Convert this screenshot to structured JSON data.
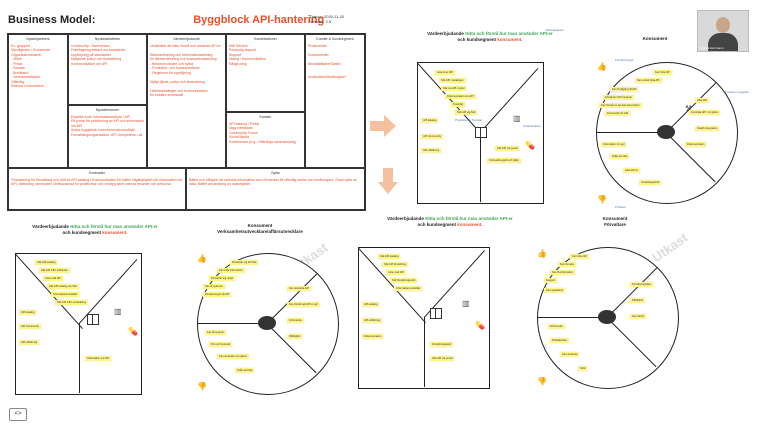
{
  "header": {
    "title_prefix": "Business Model:",
    "title_main": "Byggblock API-hantering",
    "date": "Datum: 2020-11-20",
    "version": "Version: 2.5"
  },
  "webcam": {
    "name": "Fredrik Herrmann"
  },
  "bmc": {
    "partners": {
      "h": "Nyckelpartners",
      "t": "Ex. gruppen\nMyndigheter / Kommuner\nOrganisationsnamn\n - Vilket\n - Privat\n - Sociala\n- Bredband\n - Verksamhetsstöd\nOffentlig\nExterna Leverantörer"
    },
    "activities": {
      "h": "Nyckelaktiviteter",
      "t": "Community - Samverkan\nFramtagning bekant om standarder\nUppföljning på standarder\nNyttjande policy och finansiering\nKommunikation om API"
    },
    "value": {
      "h": "Värdeerbjudande",
      "t": "Underlätta att hitta, förstå och använda API:er\n\nStandardisering och informationsdelning\nför återanvändning och kostnadsminskning\n - Beskriva värden och nyttor\n - Produkter- och konsumentkrav\n - Regelverk för uppföljning\n\nNyttja tjänst, policy och finansiering\n\nHelhetsstrategier och kommunikation\nför enklare arbetssätt"
    },
    "relations": {
      "h": "Kundrelationer",
      "t": "Self Service\nPersonlig support\nSupport\nDialog / Kommunikation\nRådgivning"
    },
    "segments": {
      "h": "Kunder & Kundsegment",
      "t": "Producenter\n\nKonsumenter\n\nBeslutsfattare/Staten\n\n\nAnvändare/Medborgare?"
    },
    "resources": {
      "h": "Nyckelresurser",
      "t": "Expertis inom informationsutbyte / API\nEtt portal för publicering av API och information om API\nAndra byggblock inom informationsutbyte\nFörvaltningsorganisation, API, kompetens, roll"
    },
    "channels": {
      "h": "Kanaler",
      "t": "API katalog / Portal\nDigg webbplats\nCommunity Forum\nSocial Media\nKonferenser (e.g., Offentliga sammanhang)"
    },
    "costs": {
      "h": "Kostnader",
      "t": "Finansiering för förvaltning och drift av API-katalog? Kommunikation för bättre tillgänglighet och information om API, utbildning, seminarier. Driftskostnad för plattformar och verktyg samt interna resurser och personal."
    },
    "revenue": {
      "h": "Nytta",
      "t": "Bättre och billigare att utveckla information som förmedlas till offentlig sektor och medborgare. Ökad nytta av data. Bättre användning av dataregister."
    }
  },
  "vpc1": {
    "title_a": "Värdeerbjudande",
    "title_b": "Hitta och förstå hur man använder API:er",
    "title_c": "och kundsegment",
    "title_d": "konsument.",
    "customer": "Konsument",
    "gain_label": "Förväntningar",
    "pain_label": "Problem",
    "creators_label": "Värdeskapare",
    "products_label": "Produkter & Tjänster",
    "relievers_label": "Smärtlindrare",
    "jobs_label": "Kundens uppgifter",
    "stickies_left": [
      "Lista över API",
      "Sök API i katalogen",
      "Sök via API-nyckel",
      "Dokumentation om API",
      "Testmiljö",
      "Sök API via Sök",
      "API katalog",
      "API Community",
      "API-utbildning",
      "Sök API via portal",
      "Onboardingstöd och hjälp"
    ],
    "stickies_right": [
      "Kan hitta API",
      "Kan enkelt hitta API",
      "Kan få tillgång till API",
      "Förstå hur API fungerar",
      "Kan förstå om api kan lösa behov",
      "Förtroende för API",
      "Hitta API",
      "Använda API i sin tjänst",
      "Snabb integration",
      "Dokumentation",
      "Information om api",
      "Svårt att hitta",
      "Hitta API:er",
      "Utvecklingsstöd"
    ]
  },
  "vpc2": {
    "title_a": "Värdeerbjudande",
    "title_b": "Hitta och förstå hur man använder API:er",
    "title_c": "och kundsegment",
    "title_d": "konsument.",
    "customer_a": "Konsument",
    "customer_b": "Verksamhetsutvecklare/affärsutvecklare",
    "watermark": "Utkast",
    "stickies_left": [
      "Sök API-katalog",
      "Sök API inför införande",
      "Lista med API",
      "Sök API-katalog via Sök",
      "Informationsmodeller",
      "Sök API inför användning",
      "API-katalog",
      "API Community",
      "API-utbildning",
      "Information om API"
    ],
    "stickies_right": [
      "Förväntar sig att hitta",
      "Kan hitta information",
      "Förväntar sig nyttja",
      "Kan få nyttorna",
      "Förväntningar på API",
      "Kan använda API",
      "Kan förstå vad API:er gör",
      "Förtroende",
      "Kan få support",
      "Pris och kostnad",
      "Kan använda i sin tjänst",
      "Pålitlighet",
      "Svårt att hitta"
    ]
  },
  "vpc3": {
    "title_a": "Värdeerbjudande",
    "title_b": "Hitta och förstå hur man använder API:er",
    "title_c": "och kundsegment",
    "title_d": "konsument.",
    "customer_a": "Konsument",
    "customer_b": "Förvaltare",
    "watermark": "Utkast",
    "stickies_left": [
      "Sök API-katalog",
      "Sök API förvaltning",
      "Lista med API",
      "Sök förvaltningsstöd",
      "Informationsmodeller",
      "API-katalog",
      "API-utbildning",
      "Dokumentation",
      "Förvaltningsstöd",
      "Sök API via portal"
    ],
    "stickies_right": [
      "Kan hitta API",
      "Kan förvalta",
      "Kan få information",
      "Support",
      "Kan uppdatera",
      "Förvaltningsplan",
      "Pålitlighet",
      "Kan förstå",
      "Förtroende",
      "Driftsäkerhet",
      "Kan använda",
      "Stöd"
    ]
  },
  "nav": {
    "prev": "<>"
  }
}
